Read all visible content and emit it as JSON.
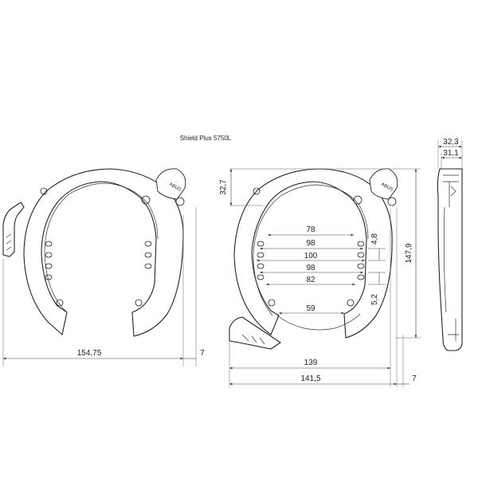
{
  "title": "Shield Plus 5750L",
  "logo": "ABUS",
  "dimensions": {
    "front_width": "154,75",
    "front_offset": "7",
    "side_top": "32,7",
    "inner_78": "78",
    "inner_98_top": "98",
    "inner_100": "100",
    "inner_98_bottom": "98",
    "inner_82": "82",
    "inner_59": "59",
    "spacing_upper": "4,8",
    "spacing_lower": "5,2",
    "height": "147,9",
    "width_139": "139",
    "width_141_5": "141,5",
    "side_offset": "7",
    "depth_32_3": "32,3",
    "depth_31_1": "31,1"
  }
}
